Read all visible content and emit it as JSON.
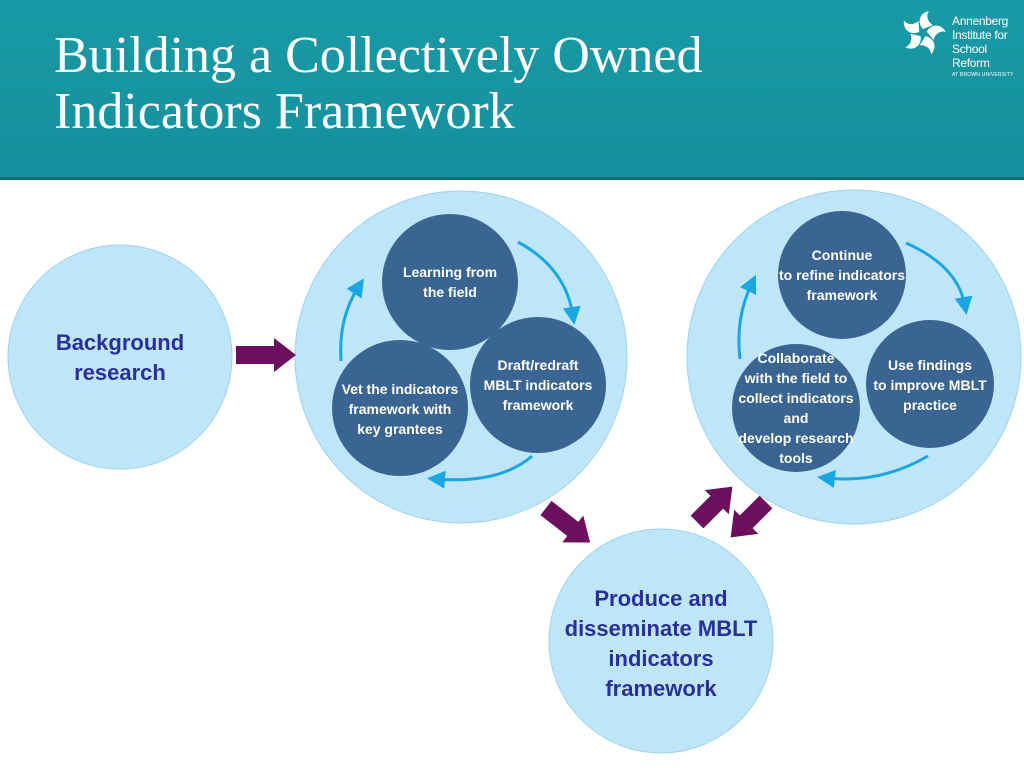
{
  "header": {
    "title_line1": "Building a Collectively Owned",
    "title_line2": "Indicators Framework",
    "logo": {
      "line1": "Annenberg",
      "line2": "Institute for",
      "line3": "School Reform",
      "sub": "AT BROWN UNIVERSITY"
    }
  },
  "diagram": {
    "background_research": "Background\nresearch",
    "cycle1": {
      "learning": "Learning from\nthe field",
      "draft": "Draft/redraft\nMBLT indicators\nframework",
      "vet": "Vet the indicators\nframework with\nkey grantees"
    },
    "cycle2": {
      "refine": "Continue\nto refine indicators\nframework",
      "use": "Use findings\nto improve MBLT\npractice",
      "collaborate": "Collaborate\nwith the field to\ncollect indicators and\ndevelop research\ntools"
    },
    "produce": "Produce and\ndisseminate MBLT\nindicators\nframework"
  },
  "colors": {
    "header_teal": "#1a9aa6",
    "light_circle": "#bfe5f8",
    "dark_circle": "#3a6592",
    "arrow_purple": "#6b0f5e",
    "cycle_arrow_blue": "#18a7e3",
    "big_label_text": "#2b2f9a"
  }
}
